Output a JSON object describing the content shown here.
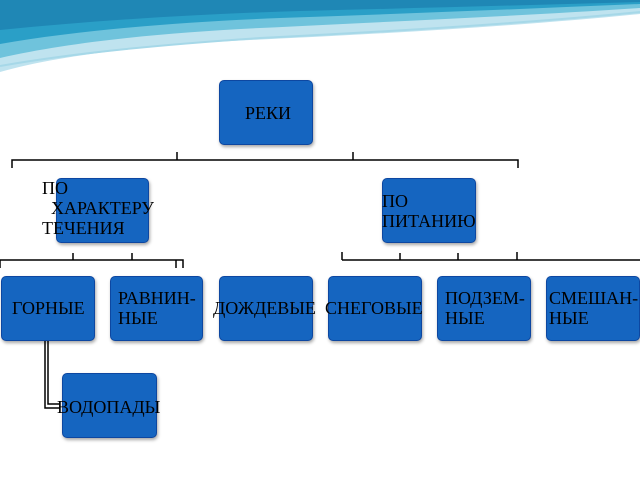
{
  "colors": {
    "node_fill": "#1565c0",
    "connector": "#000000"
  },
  "nodes": {
    "root": "РЕКИ",
    "by_flow": "ПО\n  ХАРАКТЕРУ\nТЕЧЕНИЯ",
    "by_source": "ПО\nПИТАНИЮ",
    "mountain": "ГОРНЫЕ",
    "plain": "РАВНИН-\nНЫЕ",
    "rain": "ДОЖДЕВЫЕ",
    "snow": "СНЕГОВЫЕ",
    "underground": "ПОДЗЕМ-\nНЫЕ",
    "mixed": "СМЕШАН-\nНЫЕ",
    "waterfalls": "ВОДОПАДЫ"
  }
}
